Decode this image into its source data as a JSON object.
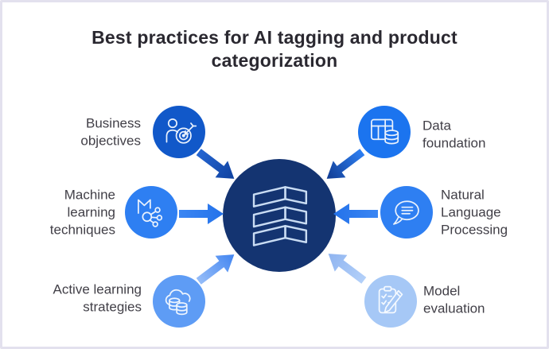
{
  "title": "Best practices for AI tagging and product categorization",
  "center_node": {
    "icon": "layers-stack-icon",
    "color": "#143471"
  },
  "nodes": [
    {
      "label": "Business objectives",
      "icon": "person-target-icon",
      "color": "#1158c9",
      "position": "top-left"
    },
    {
      "label": "Machine learning techniques",
      "icon": "book-network-icon",
      "color": "#2e7ff2",
      "position": "middle-left"
    },
    {
      "label": "Active learning strategies",
      "icon": "cloud-databases-icon",
      "color": "#5e9cf5",
      "position": "bottom-left"
    },
    {
      "label": "Data foundation",
      "icon": "table-database-icon",
      "color": "#1b74ef",
      "position": "top-right"
    },
    {
      "label": "Natural Language Processing",
      "icon": "speech-bubble-icon",
      "color": "#2e7ff2",
      "position": "middle-right"
    },
    {
      "label": "Model evaluation",
      "icon": "clipboard-pencil-icon",
      "color": "#a6c8f6",
      "position": "bottom-right"
    }
  ],
  "colors": {
    "background": "#ffffff",
    "frame_border": "#e3e1ee",
    "title_text": "#2a2830",
    "label_text": "#413f47",
    "center_circle": "#143471",
    "arrow_bright_blue": "#2e7ff2",
    "arrow_dark_blue": "#0f419f",
    "arrow_light_blue": "#b3d0f9"
  }
}
